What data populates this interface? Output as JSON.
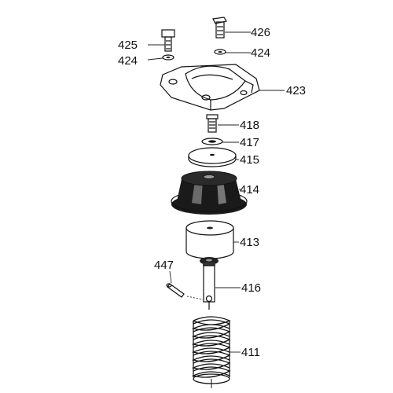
{
  "parts": [
    {
      "id": "part-426",
      "label": "426"
    },
    {
      "id": "part-425",
      "label": "425"
    },
    {
      "id": "part-424-left",
      "label": "424"
    },
    {
      "id": "part-424-right",
      "label": "424"
    },
    {
      "id": "part-423",
      "label": "423"
    },
    {
      "id": "part-418",
      "label": "418"
    },
    {
      "id": "part-417",
      "label": "417"
    },
    {
      "id": "part-415",
      "label": "415"
    },
    {
      "id": "part-414",
      "label": "414"
    },
    {
      "id": "part-413",
      "label": "413"
    },
    {
      "id": "part-447",
      "label": "447"
    },
    {
      "id": "part-416",
      "label": "416"
    },
    {
      "id": "part-411",
      "label": "411"
    }
  ],
  "colors": {
    "ink": "#111111",
    "rubber": "#1a1a1a",
    "background": "#ffffff"
  }
}
